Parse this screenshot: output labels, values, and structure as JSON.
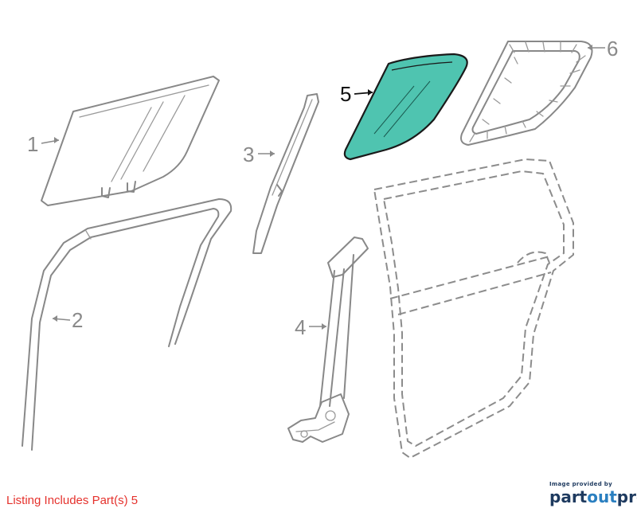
{
  "diagram": {
    "callouts": [
      {
        "id": "1",
        "label": "1"
      },
      {
        "id": "2",
        "label": "2"
      },
      {
        "id": "3",
        "label": "3"
      },
      {
        "id": "4",
        "label": "4"
      },
      {
        "id": "5",
        "label": "5"
      },
      {
        "id": "6",
        "label": "6"
      }
    ],
    "highlight_color": "#4fc4b0",
    "highlighted_part": "5"
  },
  "footer": {
    "listing_note": "Listing Includes Part(s) 5",
    "listing_note_color": "#e5322d",
    "brand_credit": "Image provided by",
    "brand_part1": "part",
    "brand_part2": "out",
    "brand_part3": "pro"
  }
}
